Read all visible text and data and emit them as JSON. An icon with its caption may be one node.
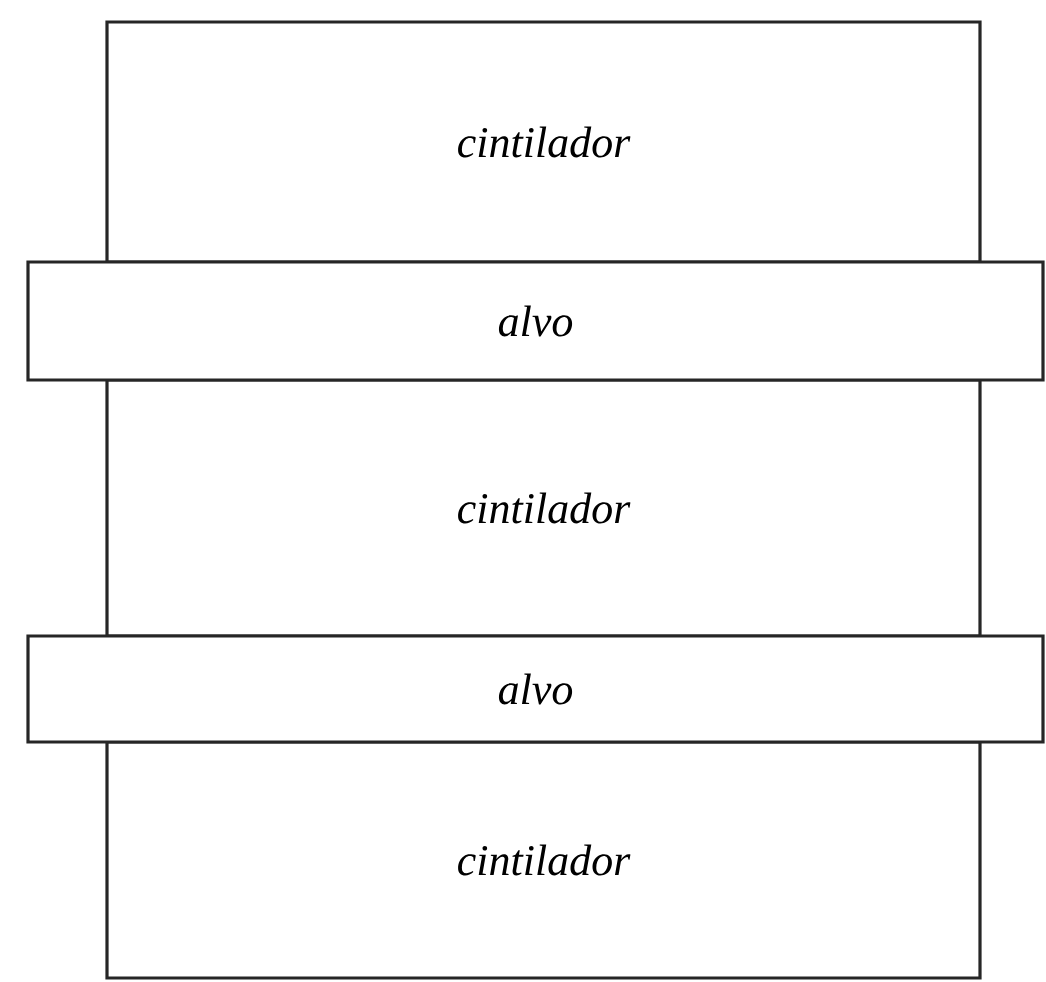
{
  "diagram": {
    "nodes": [
      {
        "text": [
          "cintilador"
        ]
      },
      {
        "text": [
          "alvo"
        ]
      },
      {
        "text": [
          "cintilador"
        ]
      },
      {
        "text": [
          "alvo"
        ]
      },
      {
        "text": [
          "cintilador"
        ]
      }
    ]
  }
}
